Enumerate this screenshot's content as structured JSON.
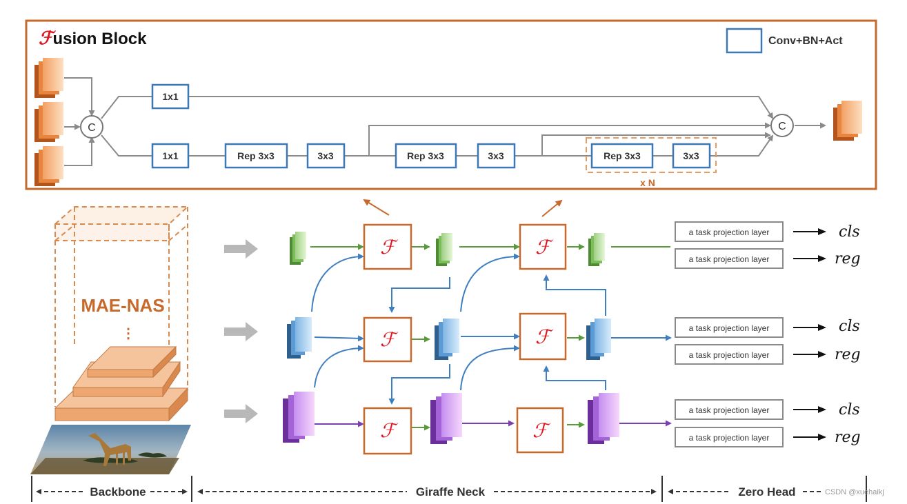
{
  "fusion_block": {
    "title_glyph": "ℱ",
    "title_rest": "usion Block",
    "legend_label": "Conv+BN+Act",
    "concat_symbol": "C",
    "repeat_label": "x N",
    "blocks": [
      "1x1",
      "1x1",
      "Rep 3x3",
      "3x3",
      "Rep 3x3",
      "3x3",
      "Rep 3x3",
      "3x3"
    ]
  },
  "backbone": {
    "label": "MAE-NAS",
    "ellipsis": "⋮"
  },
  "neck": {
    "fusion_symbol": "ℱ"
  },
  "head": {
    "task_layer_label": "a task projection layer",
    "outputs": [
      "cls",
      "reg",
      "cls",
      "reg",
      "cls",
      "reg"
    ]
  },
  "sections": {
    "backbone": "Backbone",
    "neck": "Giraffe Neck",
    "head": "Zero Head"
  },
  "watermark": "CSDN @xuehaikj",
  "colors": {
    "accent_orange": "#c8692c",
    "box_blue": "#3c78b4",
    "green_arrow": "#5a9a3c",
    "blue_arrow": "#3f7fbf",
    "purple_arrow": "#7a3fb0"
  }
}
